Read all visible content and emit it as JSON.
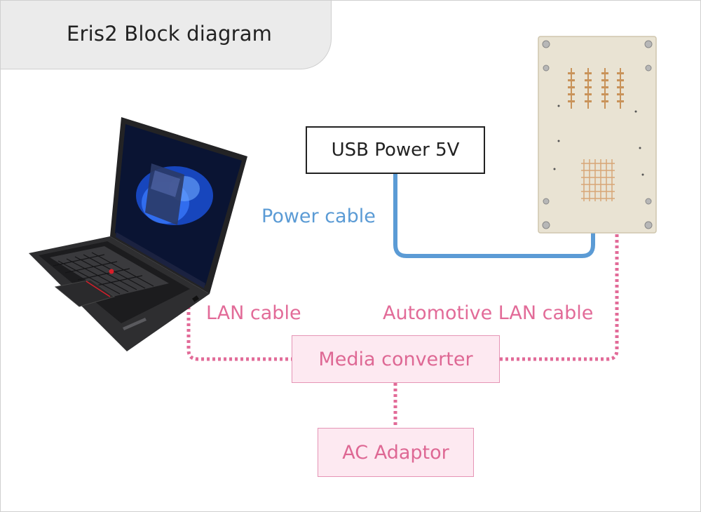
{
  "title": "Eris2 Block diagram",
  "nodes": {
    "usb_power": "USB Power 5V",
    "media_converter": "Media converter",
    "ac_adaptor": "AC Adaptor"
  },
  "cables": {
    "power": "Power cable",
    "lan": "LAN cable",
    "automotive_lan": "Automotive LAN cable"
  },
  "colors": {
    "power_cable": "#5b9bd5",
    "lan_cable": "#e26b98",
    "text_dark": "#222222",
    "box_fill_pink": "#fde9f1",
    "title_tab_fill": "#ebebeb"
  }
}
